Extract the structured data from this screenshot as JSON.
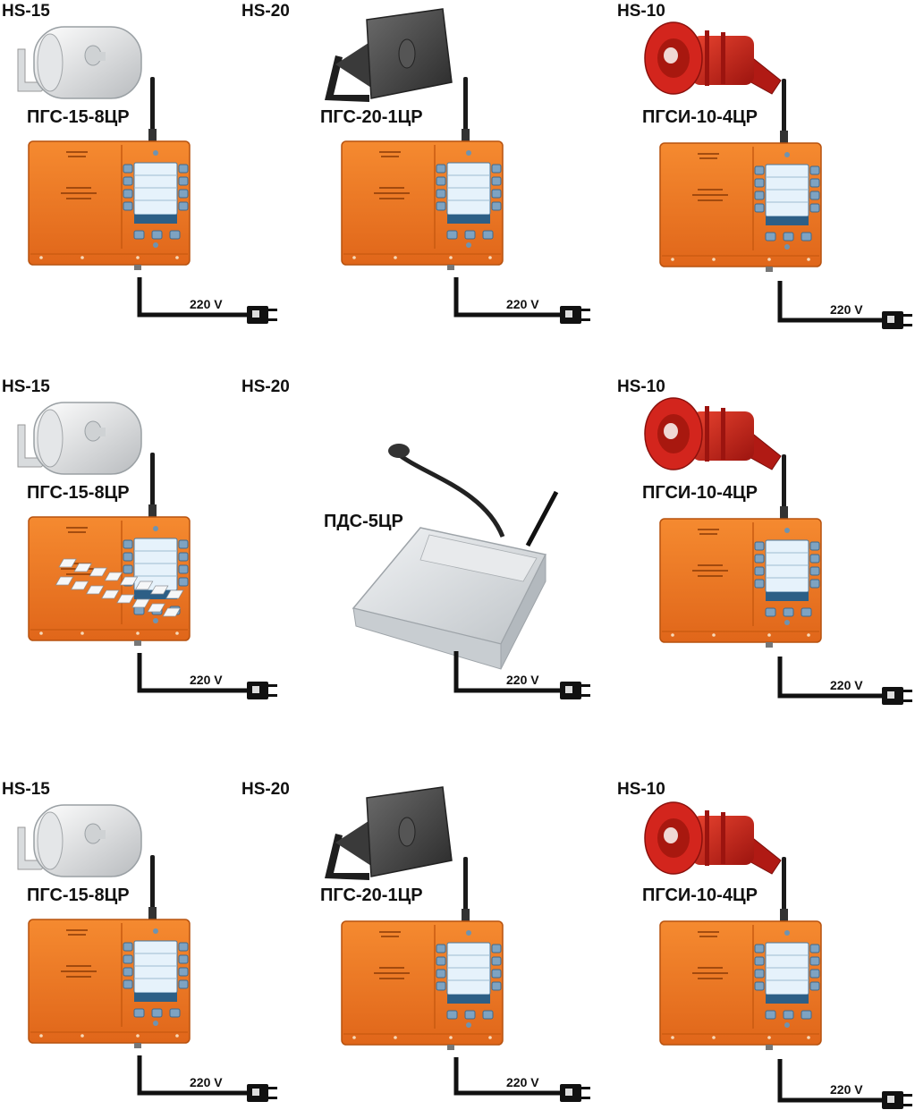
{
  "rows": [
    {
      "columns": [
        {
          "speaker_label": "HS-15",
          "device_label": "ПГС-15-8ЦР",
          "voltage_label": "220 V",
          "speaker_icon": "white-horn-speaker-icon",
          "device_icon": "orange-intercom-panel-icon"
        },
        {
          "speaker_label": "HS-20",
          "device_label": "ПГС-20-1ЦР",
          "voltage_label": "220 V",
          "speaker_icon": "dark-horn-speaker-icon",
          "device_icon": "orange-intercom-panel-icon"
        },
        {
          "speaker_label": "HS-10",
          "device_label": "ПГСИ-10-4ЦР",
          "voltage_label": "220 V",
          "speaker_icon": "red-siren-speaker-icon",
          "device_icon": "orange-intercom-panel-icon"
        }
      ]
    },
    {
      "columns": [
        {
          "speaker_label": "HS-15",
          "device_label": "ПГС-15-8ЦР",
          "voltage_label": "220 V",
          "speaker_icon": "white-horn-speaker-icon",
          "device_icon": "orange-intercom-panel-icon"
        },
        {
          "speaker_label": "HS-20",
          "device_label": "ПДС-5ЦР",
          "voltage_label": "220 V",
          "speaker_icon": "",
          "device_icon": "console-microphone-icon"
        },
        {
          "speaker_label": "HS-10",
          "device_label": "ПГСИ-10-4ЦР",
          "voltage_label": "220 V",
          "speaker_icon": "red-siren-speaker-icon",
          "device_icon": "orange-intercom-panel-icon"
        }
      ]
    },
    {
      "columns": [
        {
          "speaker_label": "HS-15",
          "device_label": "ПГС-15-8ЦР",
          "voltage_label": "220 V",
          "speaker_icon": "white-horn-speaker-icon",
          "device_icon": "orange-intercom-panel-icon"
        },
        {
          "speaker_label": "HS-20",
          "device_label": "ПГС-20-1ЦР",
          "voltage_label": "220 V",
          "speaker_icon": "dark-horn-speaker-icon",
          "device_icon": "orange-intercom-panel-icon"
        },
        {
          "speaker_label": "HS-10",
          "device_label": "ПГСИ-10-4ЦР",
          "voltage_label": "220 V",
          "speaker_icon": "red-siren-speaker-icon",
          "device_icon": "orange-intercom-panel-icon"
        }
      ]
    }
  ],
  "colors": {
    "panel_orange": "#f07a22",
    "panel_dark": "#c85a10",
    "screen": "#e6f2fb",
    "cable": "#111111",
    "siren_red": "#d3251d",
    "console_gray": "#dde1e4"
  }
}
